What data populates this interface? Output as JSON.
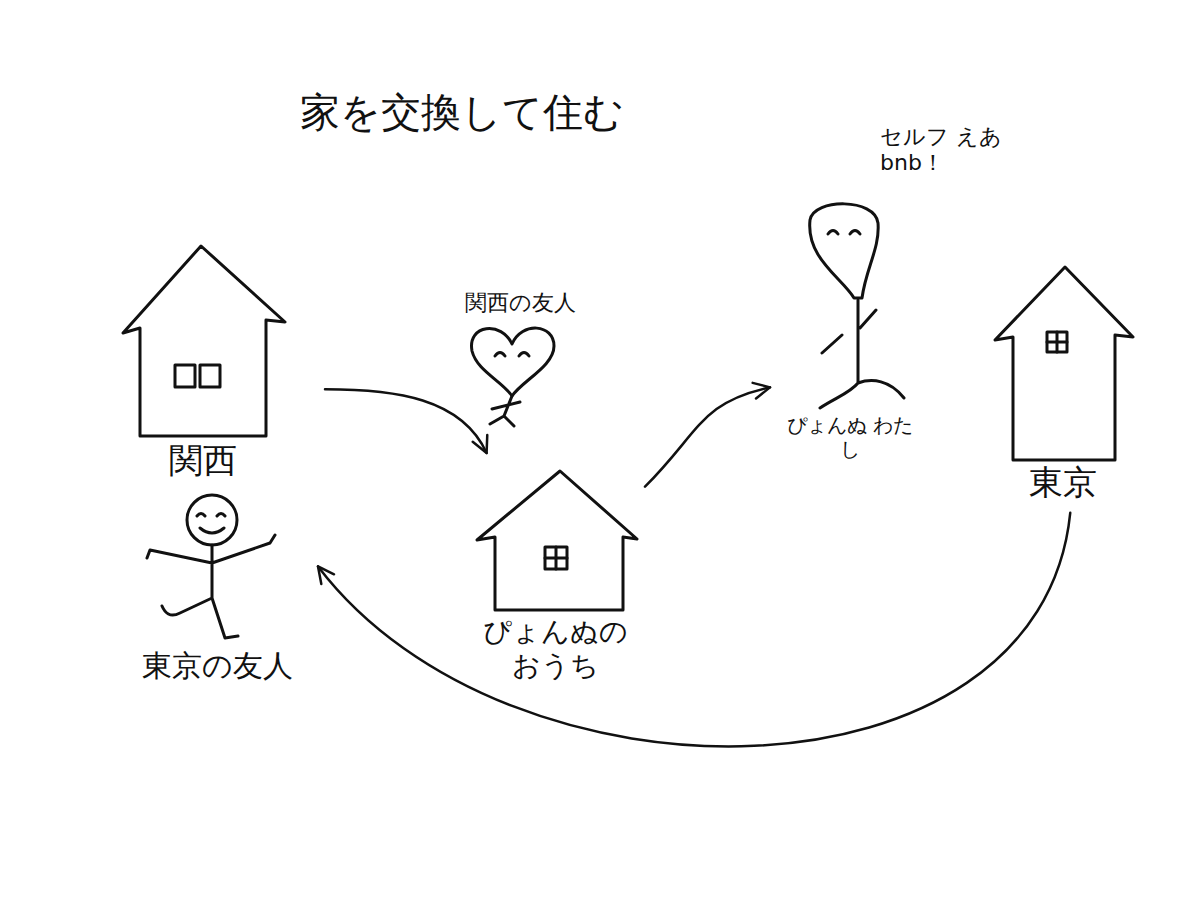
{
  "diagram": {
    "title": "家を交換して住む",
    "nodes": [
      {
        "text": [
          "関西"
        ]
      },
      {
        "text": [
          "関西の友人"
        ]
      },
      {
        "text": [
          "ぴょんぬの おうち"
        ]
      },
      {
        "text": [
          "ぴょんぬ わたし"
        ]
      },
      {
        "text": [
          "東京"
        ]
      },
      {
        "text": [
          "東京の友人"
        ]
      }
    ],
    "edges": [
      {
        "from": 0,
        "to": 2,
        "arrow": "to"
      },
      {
        "from": 2,
        "to": 3,
        "arrow": "to"
      },
      {
        "from": 4,
        "to": 5,
        "arrow": "to"
      }
    ],
    "labels": [
      "セルフ えあbnb！"
    ]
  }
}
